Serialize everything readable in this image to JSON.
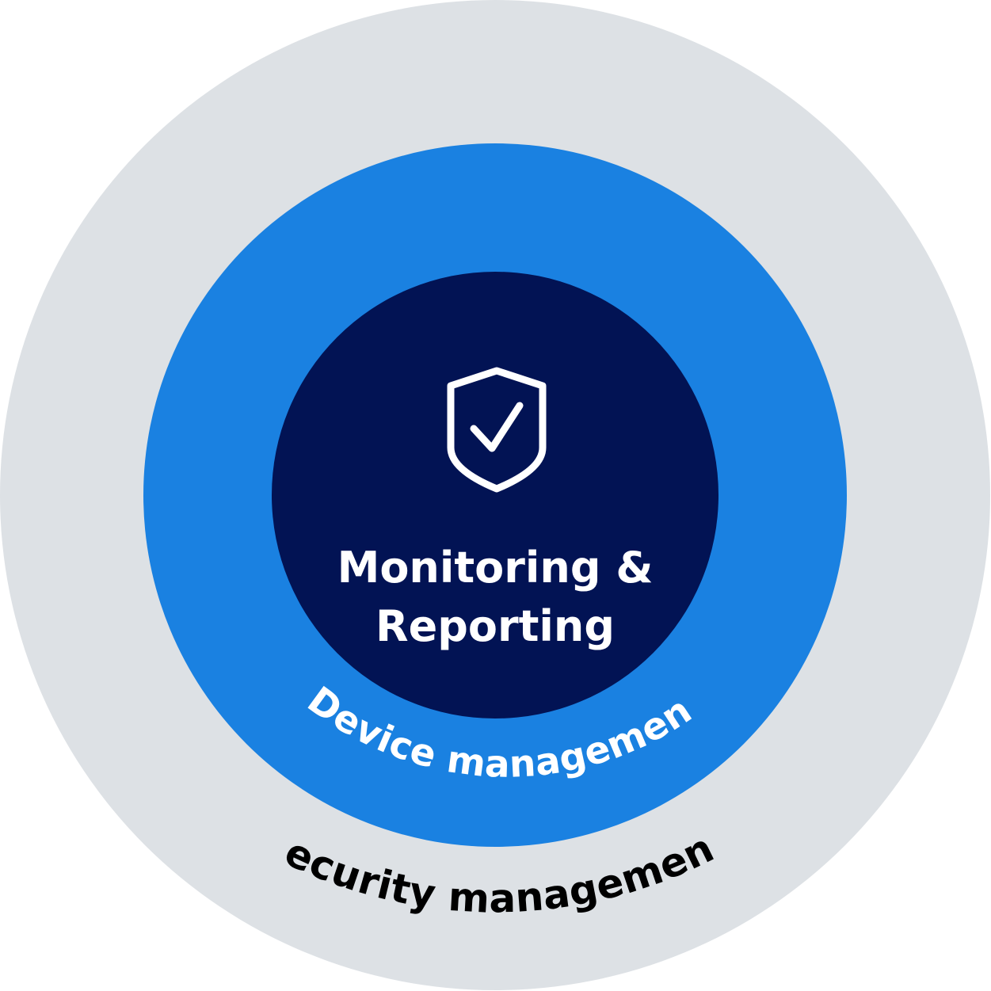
{
  "colors": {
    "outer_ring": "#DDE1E5",
    "middle_ring": "#1A81E1",
    "core": "#021354",
    "outer_label": "#000000",
    "inner_text": "#FFFFFF"
  },
  "rings": {
    "outer": {
      "label": "Security management"
    },
    "middle": {
      "label": "Device management"
    }
  },
  "core": {
    "icon": "shield-check-icon",
    "title_line1": "Monitoring &",
    "title_line2": "Reporting"
  }
}
